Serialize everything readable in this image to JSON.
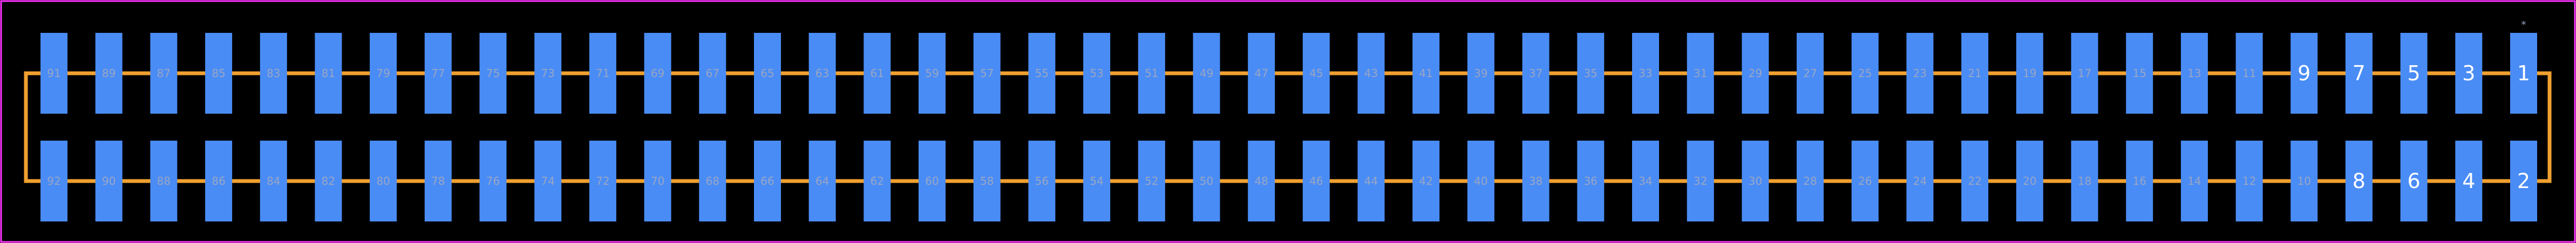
{
  "footprint": {
    "marker": "*",
    "colors": {
      "background": "#000000",
      "board_outline": "#ff33ff",
      "courtyard": "#f0a030",
      "pad": "#4a8cf5",
      "pad_label_small": "#9aa6c4",
      "pad_label_large": "#ffffff",
      "marker": "#9aa6c4"
    },
    "top_row": [
      "91",
      "89",
      "87",
      "85",
      "83",
      "81",
      "79",
      "77",
      "75",
      "73",
      "71",
      "69",
      "67",
      "65",
      "63",
      "61",
      "59",
      "57",
      "55",
      "53",
      "51",
      "49",
      "47",
      "45",
      "43",
      "41",
      "39",
      "37",
      "35",
      "33",
      "31",
      "29",
      "27",
      "25",
      "23",
      "21",
      "19",
      "17",
      "15",
      "13",
      "11",
      "9",
      "7",
      "5",
      "3",
      "1"
    ],
    "bottom_row": [
      "92",
      "90",
      "88",
      "86",
      "84",
      "82",
      "80",
      "78",
      "76",
      "74",
      "72",
      "70",
      "68",
      "66",
      "64",
      "62",
      "60",
      "58",
      "56",
      "54",
      "52",
      "50",
      "48",
      "46",
      "44",
      "42",
      "40",
      "38",
      "36",
      "34",
      "32",
      "30",
      "28",
      "26",
      "24",
      "22",
      "20",
      "18",
      "16",
      "14",
      "12",
      "10",
      "8",
      "6",
      "4",
      "2"
    ]
  }
}
